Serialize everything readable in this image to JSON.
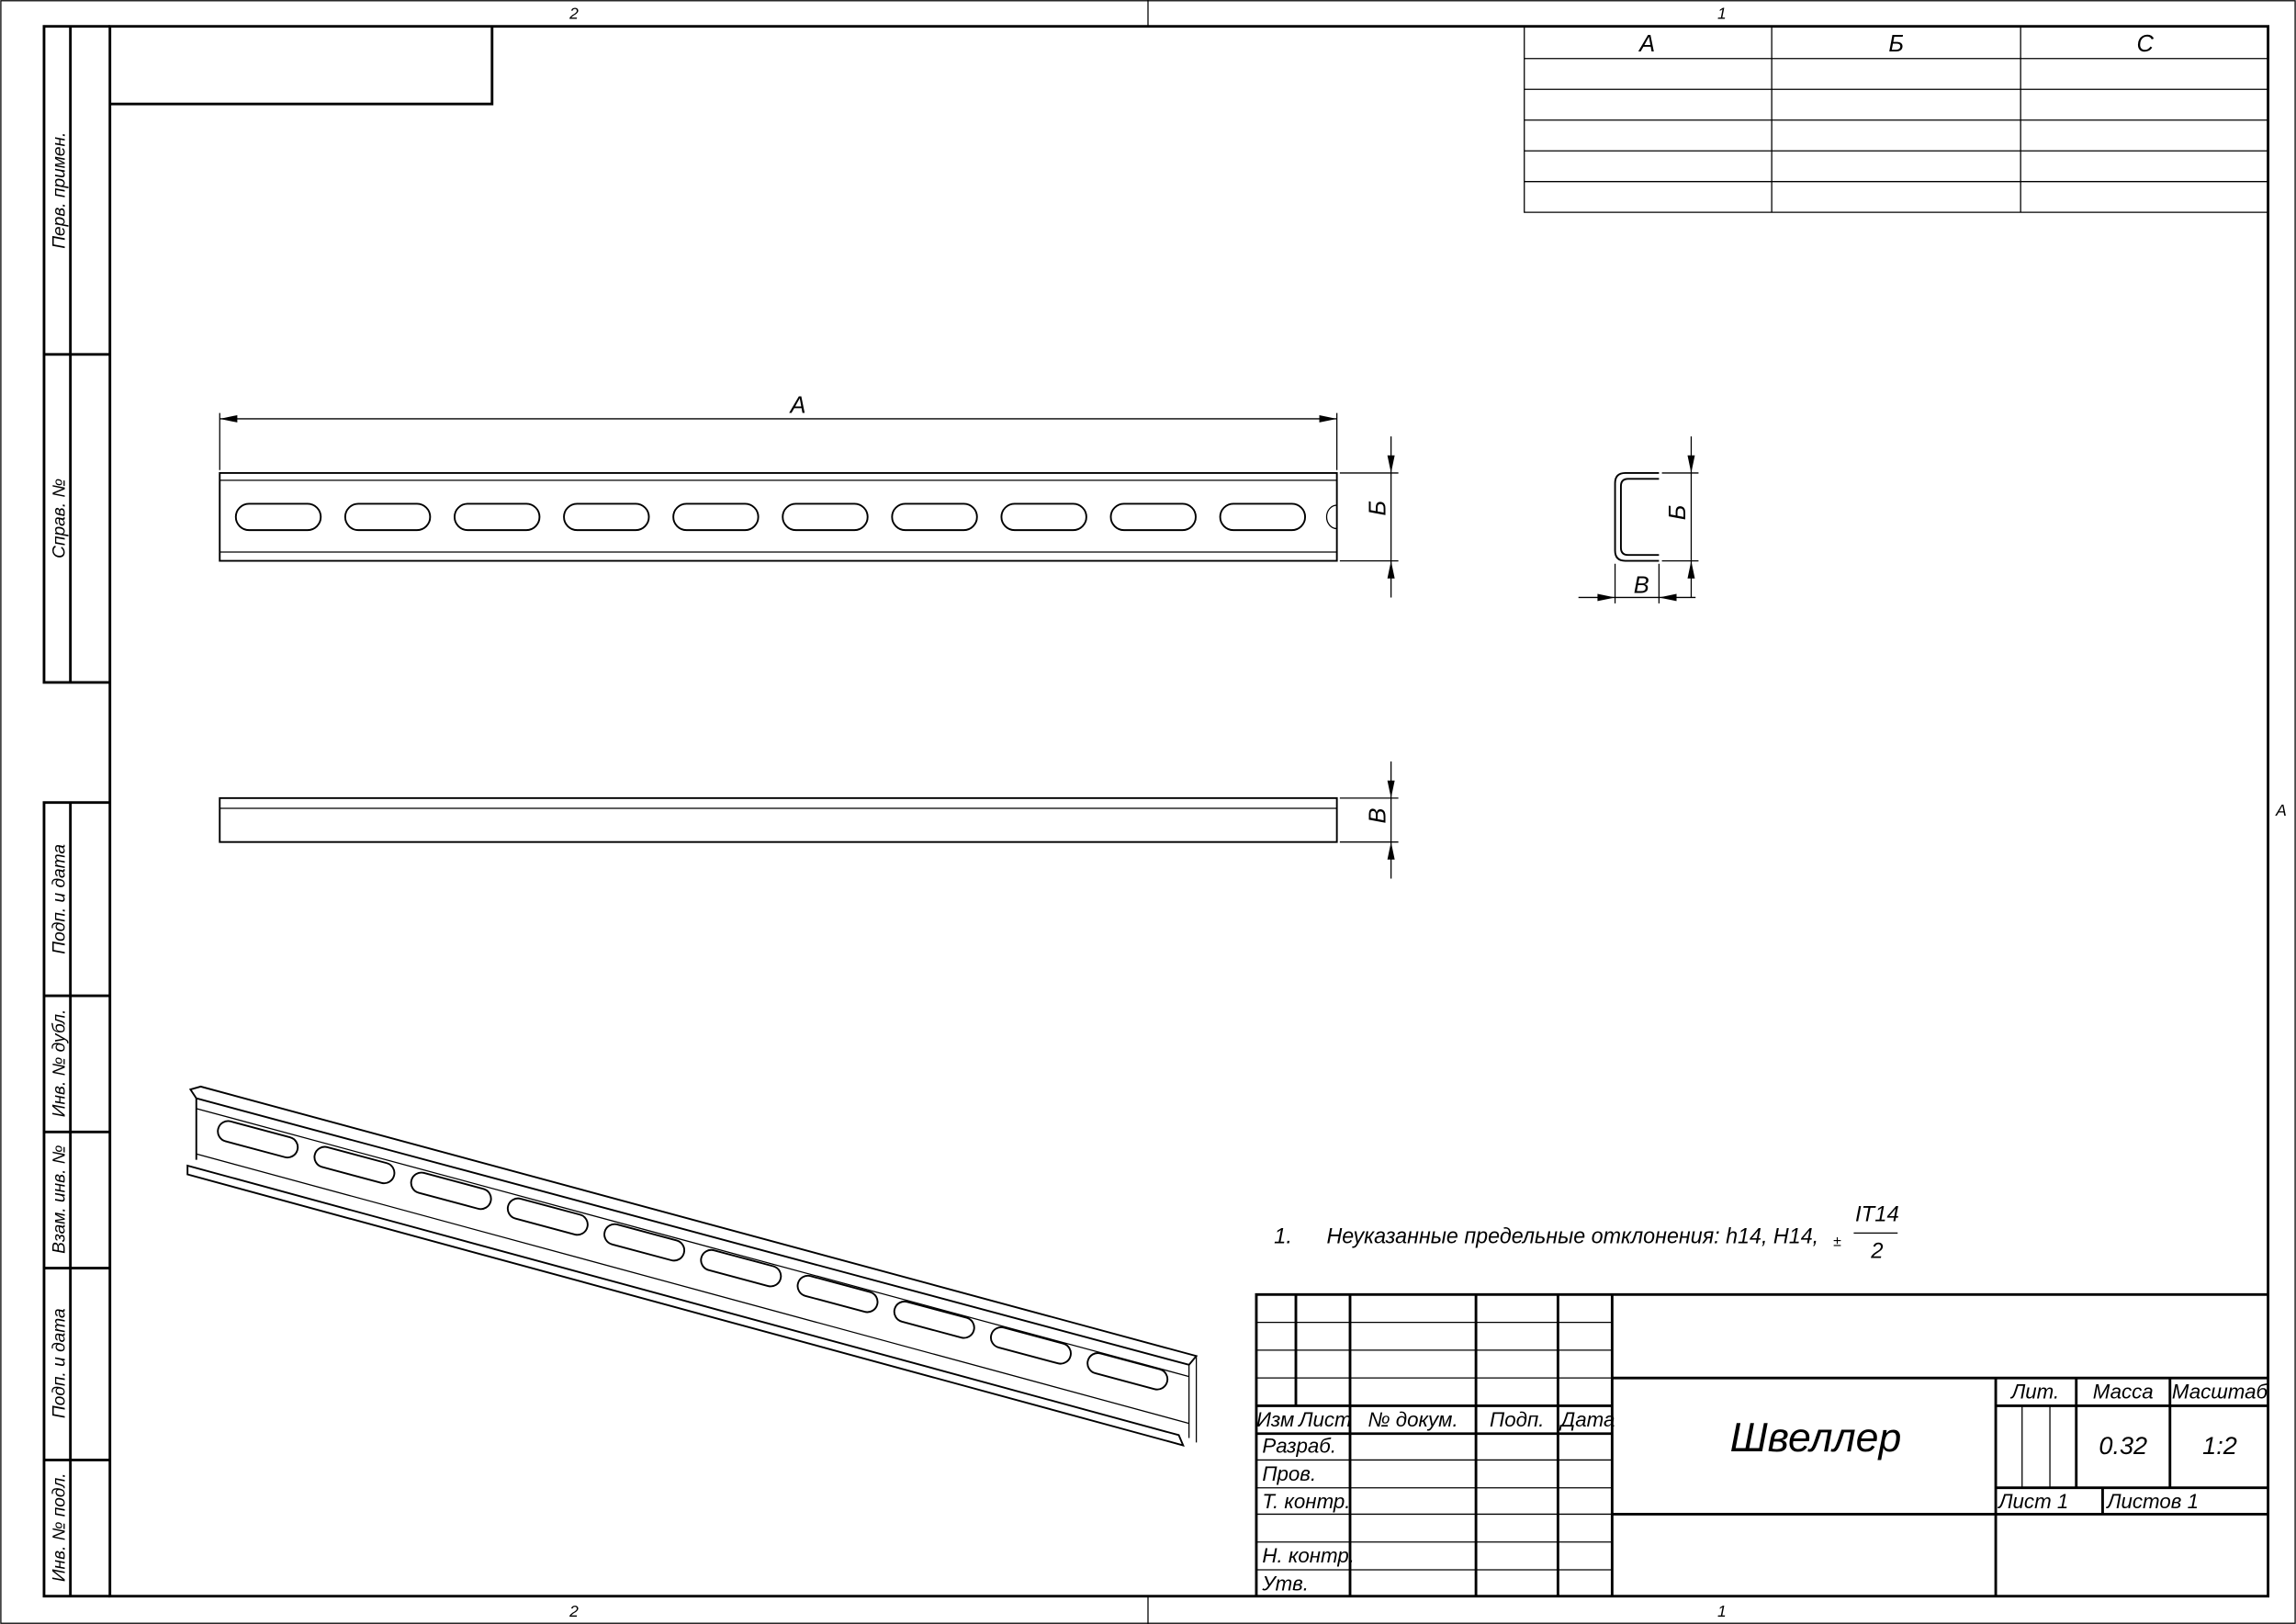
{
  "zones": {
    "top_left": "2",
    "top_right": "1",
    "bottom_left": "2",
    "bottom_right": "1",
    "right": "A"
  },
  "left_strip": [
    "Перв. примен.",
    "Справ. №",
    "Подп. и дата",
    "Инв. № дубл.",
    "Взам. инв. №",
    "Подп. и дата",
    "Инв. № подл."
  ],
  "param_table": {
    "headers": [
      "А",
      "Б",
      "С"
    ],
    "rows": 5
  },
  "dims": {
    "length": "А",
    "height": "Б",
    "width": "В",
    "section_height": "Б",
    "section_width": "В"
  },
  "note": {
    "number": "1.",
    "text": "Неуказанные предельные отклонения: h14, H14,",
    "pm": "±",
    "numerator": "IT14",
    "denominator": "2"
  },
  "title_block": {
    "headers": {
      "izm": "Изм",
      "list": "Лист",
      "doc": "№ докум.",
      "sign": "Подп.",
      "date": "Дата"
    },
    "roles": {
      "razrab": "Разраб.",
      "prov": "Пров.",
      "tkontr": "Т. контр.",
      "nkontr": "Н. контр.",
      "utv": "Утв."
    },
    "name": "Швеллер",
    "lit_label": "Лит.",
    "mass_label": "Масса",
    "scale_label": "Масштаб",
    "mass": "0.32",
    "scale": "1:2",
    "sheet": "Лист 1",
    "sheets": "Листов 1"
  }
}
